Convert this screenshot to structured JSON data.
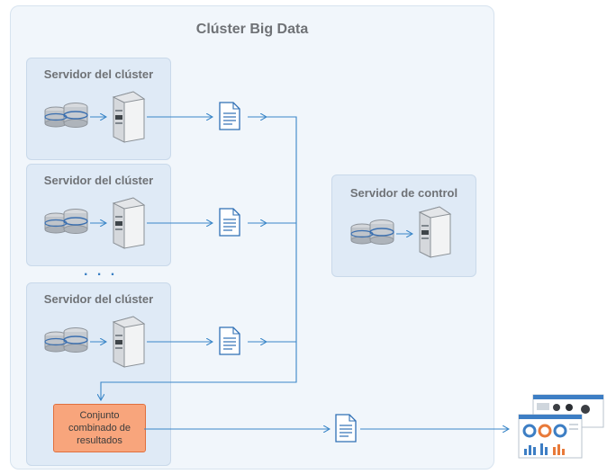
{
  "cluster": {
    "title": "Clúster Big Data"
  },
  "cluster_servers": [
    {
      "label": "Servidor del clúster"
    },
    {
      "label": "Servidor del clúster"
    },
    {
      "label": "Servidor del clúster"
    }
  ],
  "ellipsis": ". . .",
  "control_server": {
    "label": "Servidor de control"
  },
  "results": {
    "label": "Conjunto combinado de resultados"
  },
  "icons": {
    "database": "database-icon",
    "server": "server-icon",
    "document": "document-icon",
    "dashboard": "dashboard-screens-icon"
  },
  "colors": {
    "connector": "#3a86c8",
    "box_fill": "#dfeaf6",
    "cluster_fill": "#f1f6fb",
    "results_fill": "#f8a57c"
  }
}
